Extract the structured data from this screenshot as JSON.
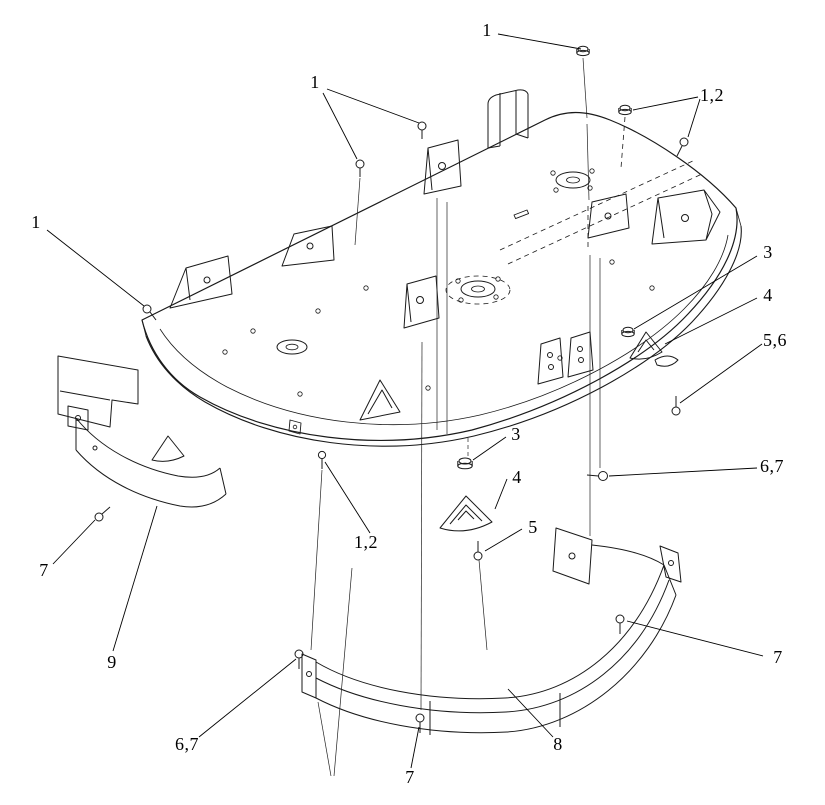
{
  "diagram": {
    "figure_type": "exploded-parts-diagram",
    "background_color": "#ffffff",
    "line_color": "#1a1a1a",
    "callouts": [
      {
        "label": "1"
      },
      {
        "label": "1"
      },
      {
        "label": "1,2"
      },
      {
        "label": "1"
      },
      {
        "label": "3"
      },
      {
        "label": "4"
      },
      {
        "label": "5,6"
      },
      {
        "label": "3"
      },
      {
        "label": "4"
      },
      {
        "label": "5"
      },
      {
        "label": "6,7"
      },
      {
        "label": "1,2"
      },
      {
        "label": "7"
      },
      {
        "label": "9"
      },
      {
        "label": "6,7"
      },
      {
        "label": "7"
      },
      {
        "label": "8"
      },
      {
        "label": "7"
      }
    ]
  }
}
